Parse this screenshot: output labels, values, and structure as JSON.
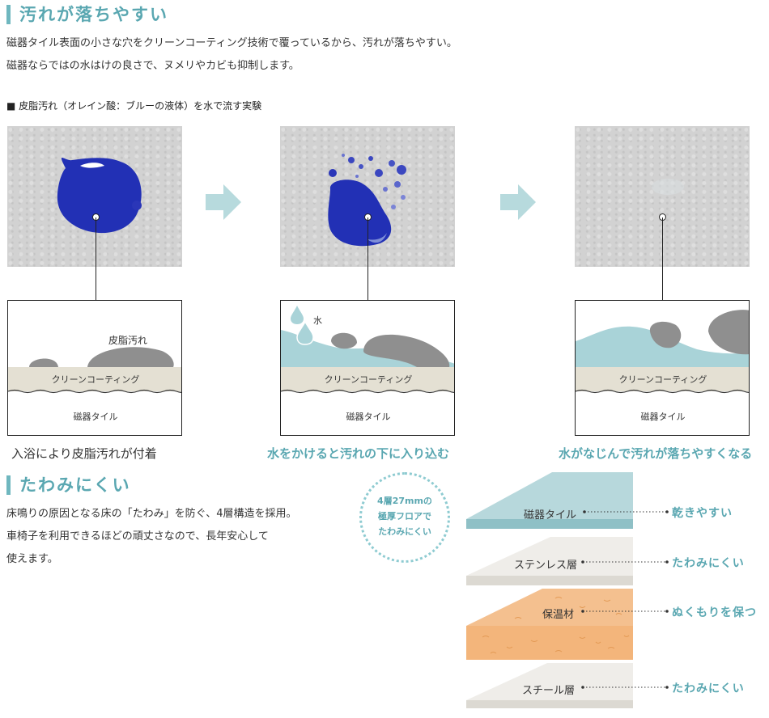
{
  "section1": {
    "title": "汚れが落ちやすい",
    "desc_line1": "磁器タイル表面の小さな穴をクリーンコーティング技術で覆っているから、汚れが落ちやすい。",
    "desc_line2": "磁器ならではの水はけの良さで、ヌメリやカビも抑制します。",
    "experiment_label": "■ 皮脂汚れ（オレイン酸：ブルーの液体）を水で流す実験"
  },
  "steps": [
    {
      "stain_label": "皮脂汚れ",
      "coating_label": "クリーンコーティング",
      "tile_label": "磁器タイル",
      "caption": "入浴により皮脂汚れが付着",
      "caption_color": "#333333"
    },
    {
      "water_label": "水",
      "coating_label": "クリーンコーティング",
      "tile_label": "磁器タイル",
      "caption": "水をかけると汚れの下に入り込む",
      "caption_color": "#5aa7b1"
    },
    {
      "coating_label": "クリーンコーティング",
      "tile_label": "磁器タイル",
      "caption": "水がなじんで汚れが落ちやすくなる",
      "caption_color": "#5aa7b1"
    }
  ],
  "section2": {
    "title": "たわみにくい",
    "desc_line1": "床鳴りの原因となる床の「たわみ」を防ぐ、4層構造を採用。",
    "desc_line2": "車椅子を利用できるほどの頑丈さなので、長年安心して",
    "desc_line3": "使えます。",
    "badge_line1": "4層27mmの",
    "badge_line2": "極厚フロアで",
    "badge_line3": "たわみにくい"
  },
  "layers": [
    {
      "name": "磁器タイル",
      "benefit": "乾きやすい",
      "color": "#b7d8dc"
    },
    {
      "name": "ステンレス層",
      "benefit": "たわみにくい",
      "color": "#eeebe6"
    },
    {
      "name": "保温材",
      "benefit": "ぬくもりを保つ",
      "color": "#f4c08f"
    },
    {
      "name": "スチール層",
      "benefit": "たわみにくい",
      "color": "#eeebe6"
    }
  ],
  "colors": {
    "accent": "#5aa7b1",
    "stain": "#2a36b8",
    "water": "#a9d3d8",
    "coating": "#e4e0d3",
    "blob": "#8f8f8f"
  }
}
